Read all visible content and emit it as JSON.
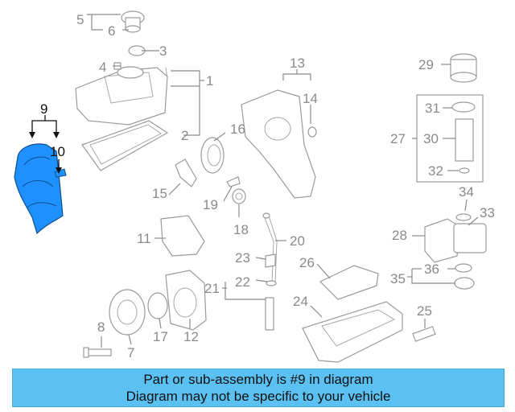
{
  "diagram": {
    "highlight_color": "#1e90ff",
    "callouts": [
      {
        "id": "1",
        "label": "1"
      },
      {
        "id": "2",
        "label": "2"
      },
      {
        "id": "3",
        "label": "3"
      },
      {
        "id": "4",
        "label": "4"
      },
      {
        "id": "5",
        "label": "5"
      },
      {
        "id": "6",
        "label": "6"
      },
      {
        "id": "7",
        "label": "7"
      },
      {
        "id": "8",
        "label": "8"
      },
      {
        "id": "9",
        "label": "9"
      },
      {
        "id": "10",
        "label": "10"
      },
      {
        "id": "11",
        "label": "11"
      },
      {
        "id": "12",
        "label": "12"
      },
      {
        "id": "13",
        "label": "13"
      },
      {
        "id": "14",
        "label": "14"
      },
      {
        "id": "15",
        "label": "15"
      },
      {
        "id": "16",
        "label": "16"
      },
      {
        "id": "17",
        "label": "17"
      },
      {
        "id": "18",
        "label": "18"
      },
      {
        "id": "19",
        "label": "19"
      },
      {
        "id": "20",
        "label": "20"
      },
      {
        "id": "21",
        "label": "21"
      },
      {
        "id": "22",
        "label": "22"
      },
      {
        "id": "23",
        "label": "23"
      },
      {
        "id": "24",
        "label": "24"
      },
      {
        "id": "25",
        "label": "25"
      },
      {
        "id": "26",
        "label": "26"
      },
      {
        "id": "27",
        "label": "27"
      },
      {
        "id": "28",
        "label": "28"
      },
      {
        "id": "29",
        "label": "29"
      },
      {
        "id": "30",
        "label": "30"
      },
      {
        "id": "31",
        "label": "31"
      },
      {
        "id": "32",
        "label": "32"
      },
      {
        "id": "33",
        "label": "33"
      },
      {
        "id": "34",
        "label": "34"
      },
      {
        "id": "35",
        "label": "35"
      },
      {
        "id": "36",
        "label": "36"
      }
    ]
  },
  "banner": {
    "line1": "Part or sub-assembly is #9 in diagram",
    "line2": "Diagram may not be specific to your vehicle",
    "background": "#5bc0f2"
  }
}
